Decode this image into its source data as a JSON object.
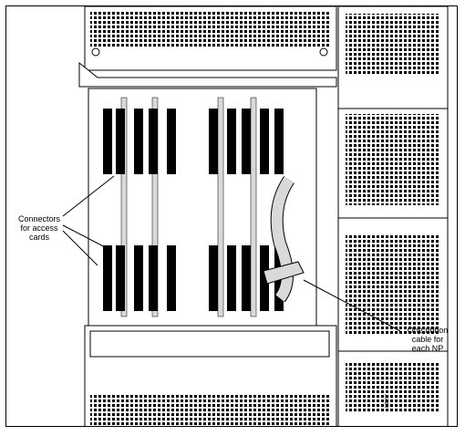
{
  "callouts": {
    "connectors": "Connectors\nfor access\ncards",
    "ribbon": "One ribbon\ncable for\neach NP"
  },
  "figure_id": "H8557",
  "colors": {
    "line": "#000000",
    "panel_gray": "#d9d9d9",
    "background": "#ffffff"
  }
}
